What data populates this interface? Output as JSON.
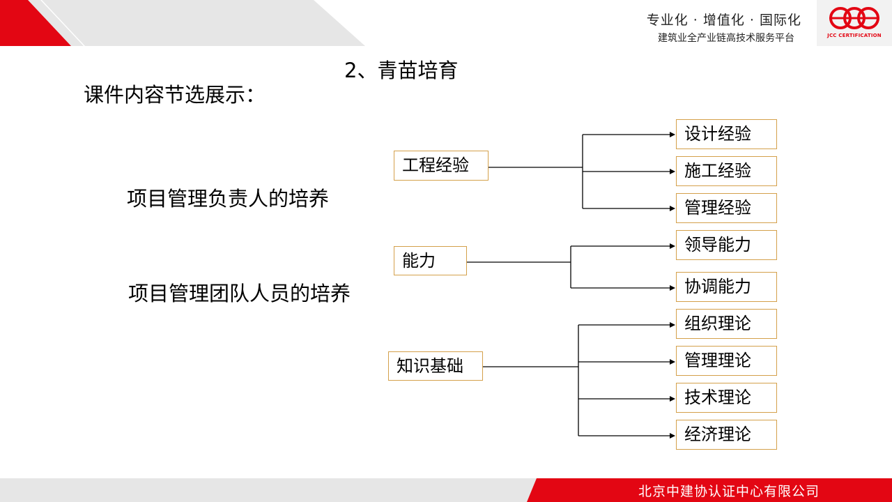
{
  "header": {
    "slogan": "专业化 · 增值化 · 国际化",
    "subslogan": "建筑业全产业链高技术服务平台",
    "logo_text": "JCC CERTIFICATION",
    "accent": "#e30613"
  },
  "slide": {
    "title": "2、青苗培育",
    "heading": "课件内容节选展示：",
    "categories": [
      "项目管理负责人的培养",
      "项目管理团队人员的培养"
    ],
    "groups": [
      {
        "label": "工程经验",
        "children": [
          "设计经验",
          "施工经验",
          "管理经验"
        ]
      },
      {
        "label": "能力",
        "children": [
          "领导能力",
          "协调能力"
        ]
      },
      {
        "label": "知识基础",
        "children": [
          "组织理论",
          "管理理论",
          "技术理论",
          "经济理论"
        ]
      }
    ]
  },
  "footer": {
    "company": "北京中建协认证中心有限公司"
  },
  "colors": {
    "box_border": "#d4a04a",
    "header_grey": "#e6e6e6"
  }
}
